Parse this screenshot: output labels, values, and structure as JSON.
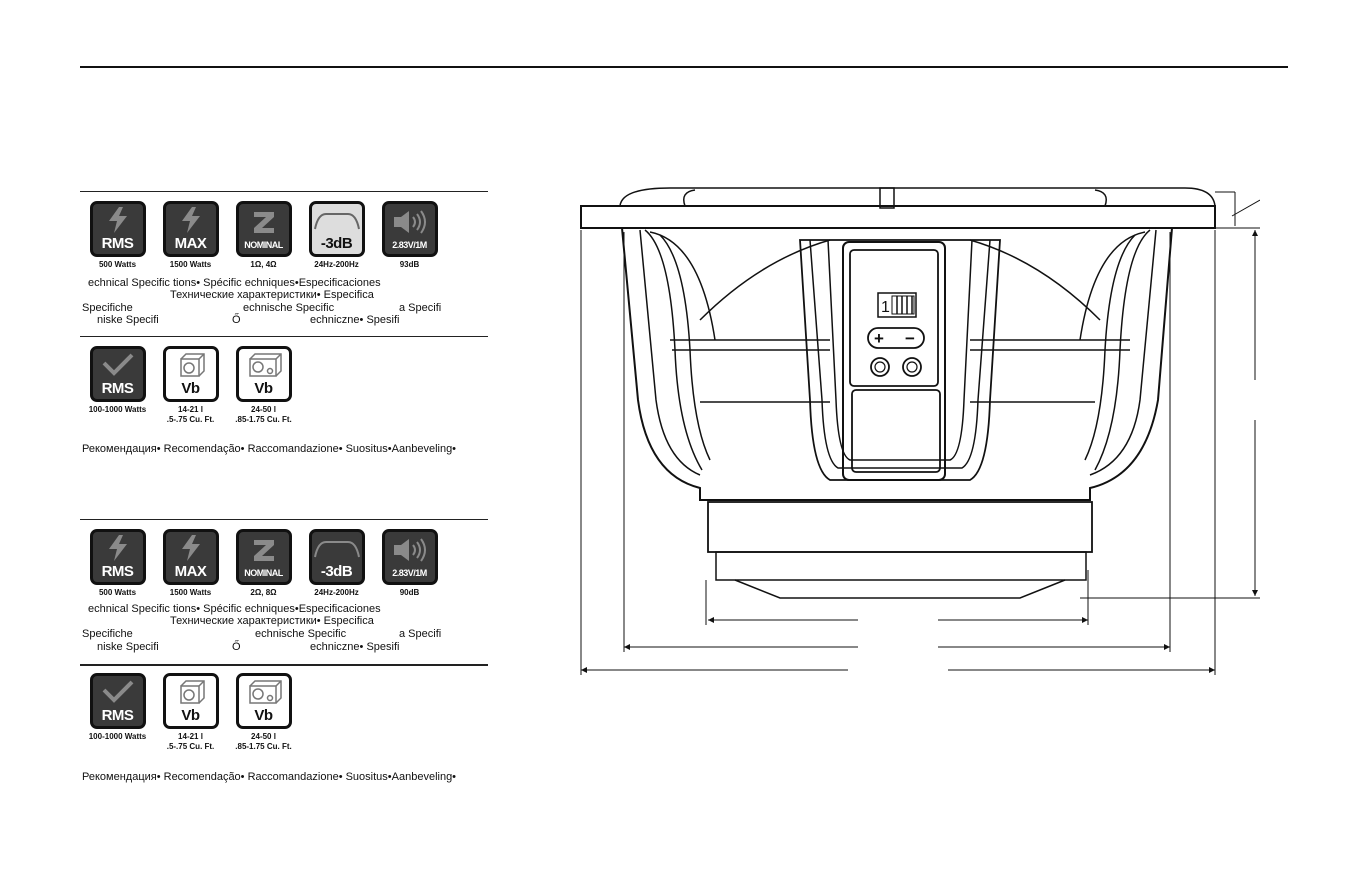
{
  "sections": [
    {
      "specs": [
        {
          "icon": "lightning-icon",
          "word": "RMS",
          "caption": "500 Watts"
        },
        {
          "icon": "lightning-icon",
          "word": "MAX",
          "caption": "1500 Watts"
        },
        {
          "icon": "z-icon",
          "word": "NOMINAL",
          "caption": "1Ω, 4Ω"
        },
        {
          "icon": "response-curve-icon",
          "word": "-3dB",
          "caption": "24Hz-200Hz"
        },
        {
          "icon": "speaker-icon",
          "word": "2.83V/1M",
          "caption": "93dB"
        }
      ],
      "spec_lines": [
        "echnical Specific  tions• Spécific           echniques•Especificaciones",
        "Технические характеристики• Especifica",
        "Specifiche",
        "echnische Specific",
        "a Specifi",
        "niske Specifi",
        "Ő",
        "echniczne• Spesifi"
      ],
      "recommended": [
        {
          "icon": "check-icon",
          "word": "RMS",
          "caption1": "100-1000 Watts",
          "caption2": ""
        },
        {
          "icon": "sealed-box-icon",
          "word": "Vb",
          "caption1": "14-21 l",
          "caption2": ".5-.75 Cu. Ft."
        },
        {
          "icon": "ported-box-icon",
          "word": "Vb",
          "caption1": "24-50 l",
          "caption2": ".85-1.75 Cu. Ft."
        }
      ],
      "recommendation_line": "Рекомендация• Recomendação• Raccomandazione• Suositus•Aanbeveling•"
    },
    {
      "specs": [
        {
          "icon": "lightning-icon",
          "word": "RMS",
          "caption": "500 Watts"
        },
        {
          "icon": "lightning-icon",
          "word": "MAX",
          "caption": "1500 Watts"
        },
        {
          "icon": "z-icon",
          "word": "NOMINAL",
          "caption": "2Ω, 8Ω"
        },
        {
          "icon": "response-curve-icon",
          "word": "-3dB",
          "caption": "24Hz-200Hz"
        },
        {
          "icon": "speaker-icon",
          "word": "2.83V/1M",
          "caption": "90dB"
        }
      ],
      "spec_lines": [
        "echnical Specific  tions• Spécific           echniques•Especificaciones",
        "Технические характеристики• Especifica",
        "Specifiche",
        "echnische Specific",
        "a Specifi",
        "niske Specifi",
        "Ő",
        "echniczne• Spesifi"
      ],
      "recommended": [
        {
          "icon": "check-icon",
          "word": "RMS",
          "caption1": "100-1000 Watts",
          "caption2": ""
        },
        {
          "icon": "sealed-box-icon",
          "word": "Vb",
          "caption1": "14-21 l",
          "caption2": ".5-.75 Cu. Ft."
        },
        {
          "icon": "ported-box-icon",
          "word": "Vb",
          "caption1": "24-50 l",
          "caption2": ".85-1.75 Cu. Ft."
        }
      ],
      "recommendation_line": "Рекомендация• Recomendação• Raccomandazione• Suositus•Aanbeveling•"
    }
  ],
  "drawing": {
    "switch_label": "1",
    "terminal_plus": "+",
    "terminal_minus": "−"
  },
  "colors": {
    "ink": "#111111",
    "icon_dark": "#3a3a3a",
    "icon_gray": "#8a8a8a"
  }
}
